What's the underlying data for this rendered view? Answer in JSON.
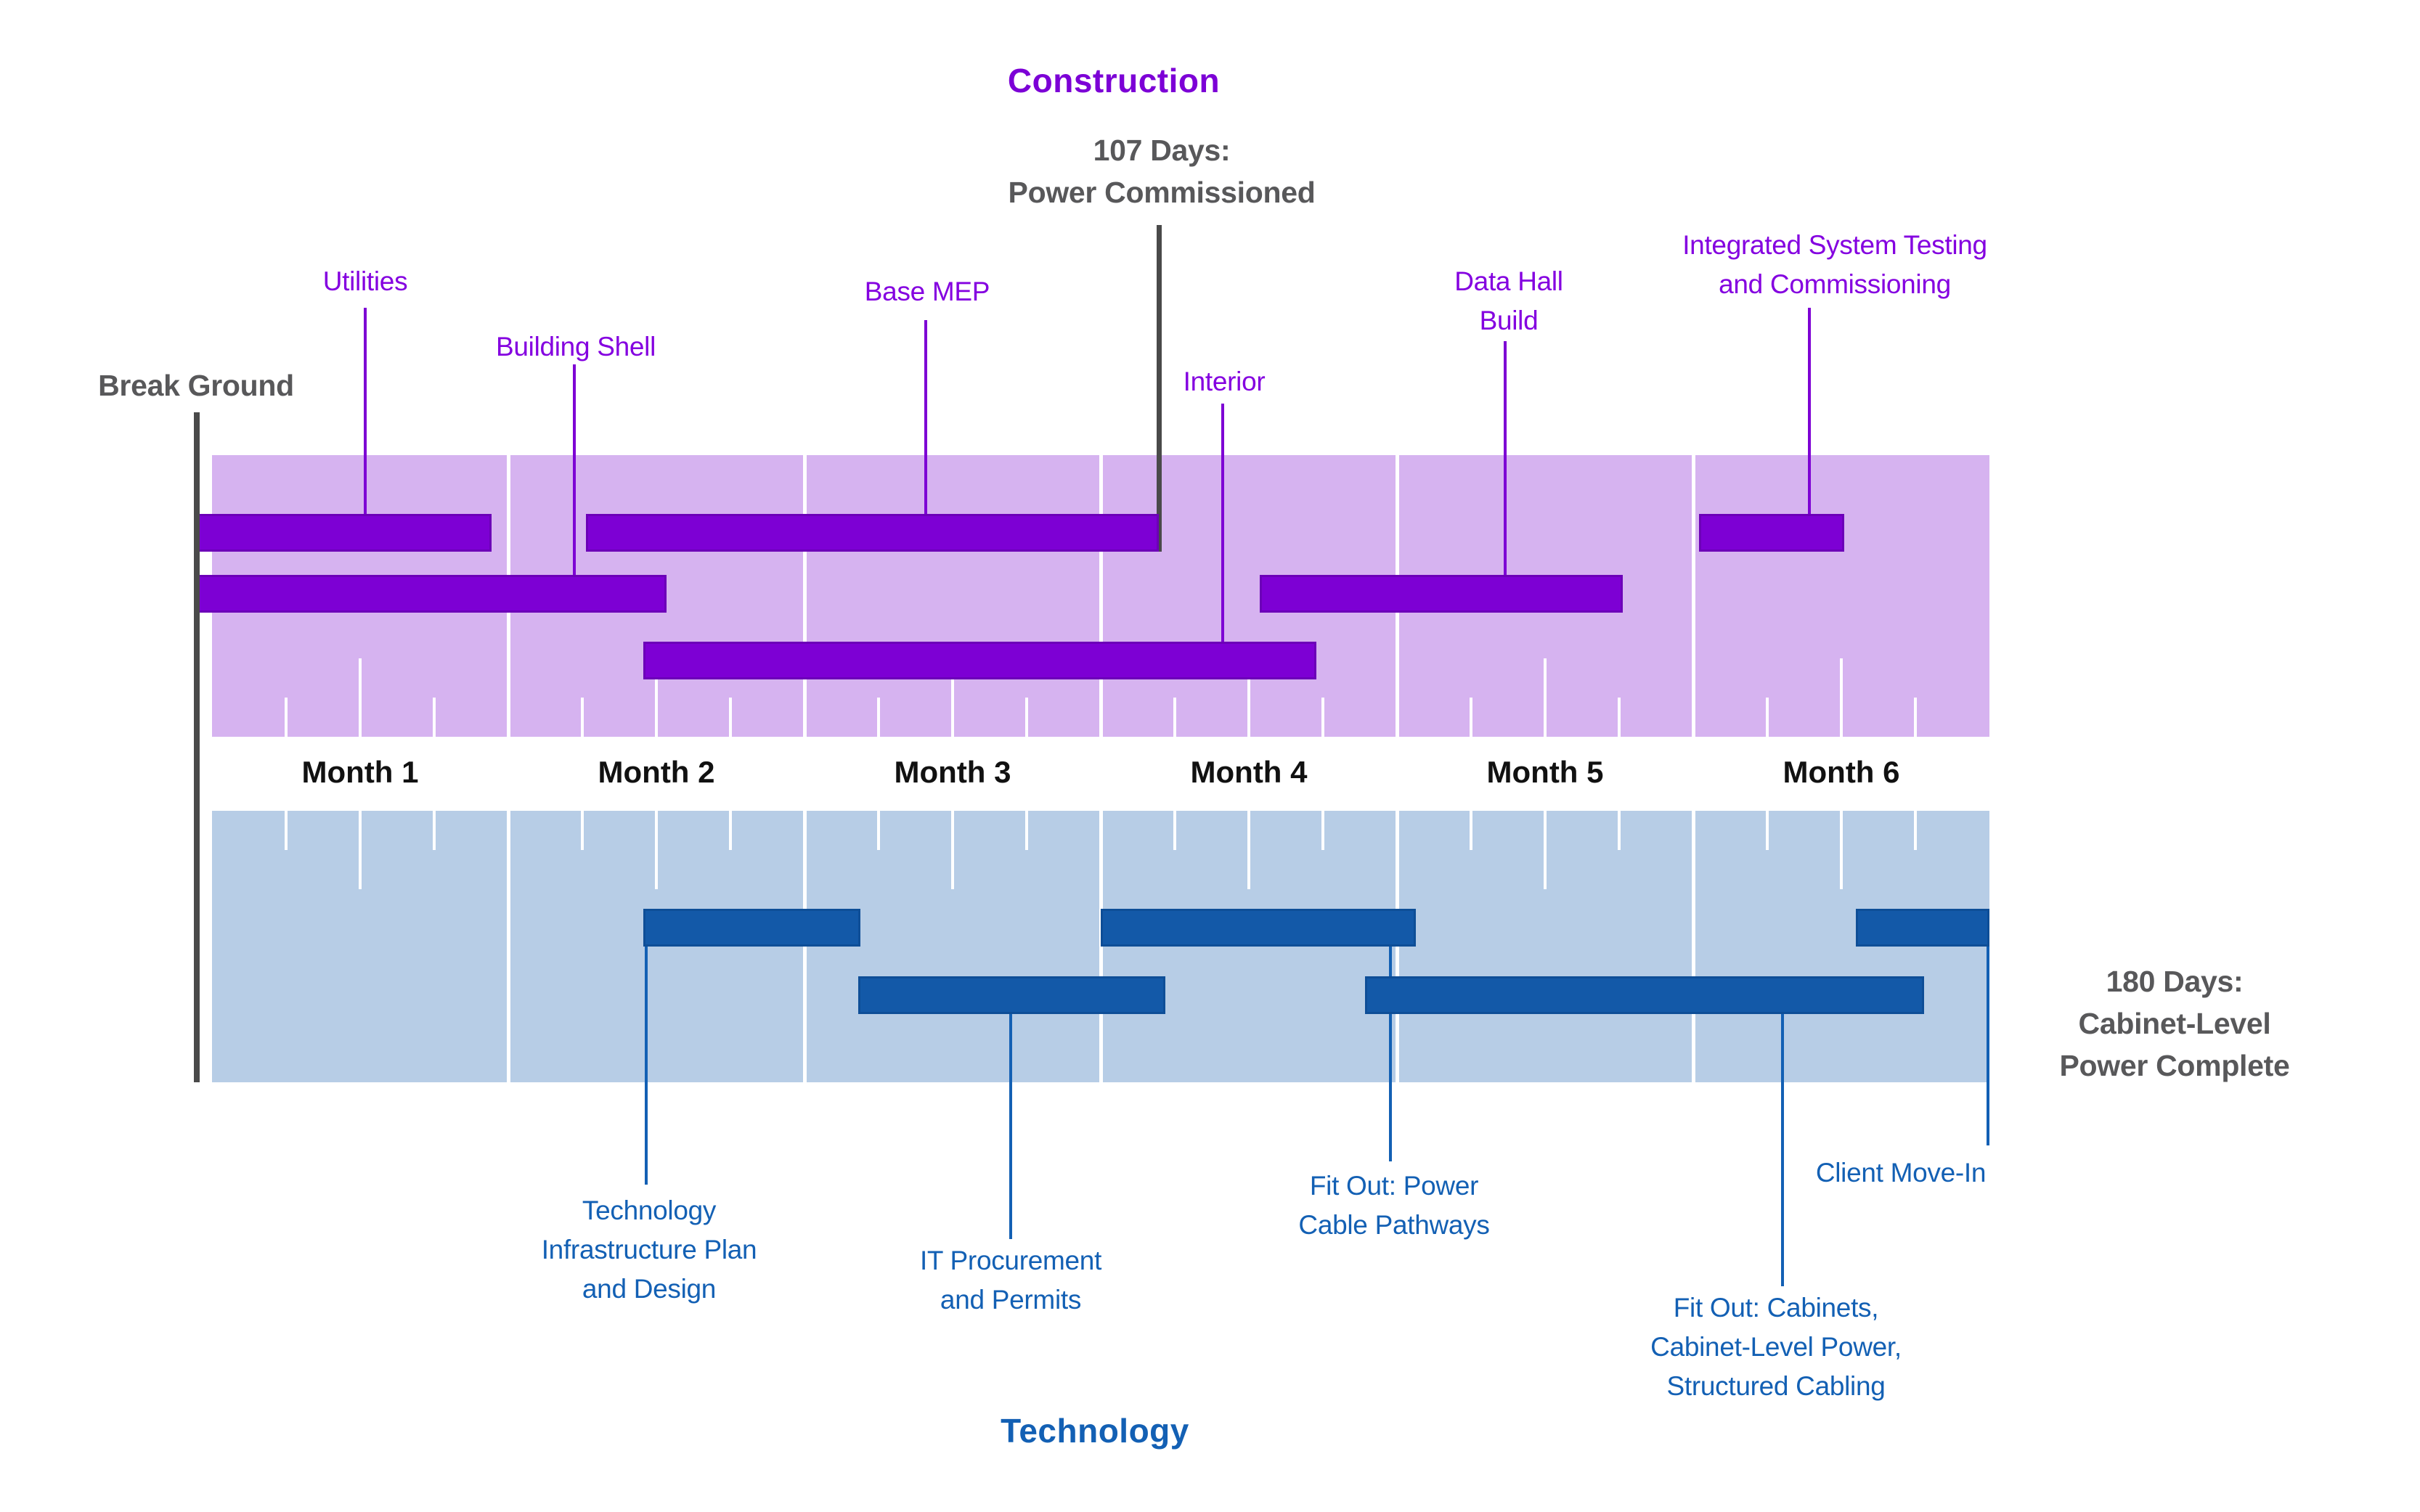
{
  "titles": {
    "construction": "Construction",
    "technology": "Technology"
  },
  "timeline": {
    "months": [
      "Month 1",
      "Month 2",
      "Month 3",
      "Month 4",
      "Month 5",
      "Month 6"
    ],
    "weeks_per_month": 4
  },
  "milestones": {
    "break_ground": {
      "label": "Break Ground",
      "day": 0
    },
    "power_commissioned": {
      "lines": [
        "107 Days:",
        "Power Commissioned"
      ],
      "day": 107
    },
    "cabinet_power_complete": {
      "lines": [
        "180 Days:",
        "Cabinet-Level",
        "Power Complete"
      ],
      "day": 180
    }
  },
  "colors": {
    "construction_band": "#d6b3f0",
    "construction_bar": "#7d00d4",
    "construction_text": "#8400e0",
    "technology_band": "#b7cde6",
    "technology_bar": "#1359a8",
    "technology_text": "#1360b4",
    "annotation_gray": "#58585a"
  },
  "construction": {
    "tasks": [
      {
        "id": "utilities",
        "lines": [
          "Utilities"
        ],
        "start_month": 0.0,
        "end_month": 0.95,
        "row": 0
      },
      {
        "id": "building-shell",
        "lines": [
          "Building Shell"
        ],
        "start_month": 0.0,
        "end_month": 1.53,
        "row": 1
      },
      {
        "id": "base-mep",
        "lines": [
          "Base MEP"
        ],
        "start_month": 1.26,
        "end_month": 3.2,
        "row": 0
      },
      {
        "id": "interior",
        "lines": [
          "Interior"
        ],
        "start_month": 1.46,
        "end_month": 3.73,
        "row": 2
      },
      {
        "id": "data-hall-build",
        "lines": [
          "Data Hall",
          "Build"
        ],
        "start_month": 3.54,
        "end_month": 4.76,
        "row": 1
      },
      {
        "id": "integrated-system-testing",
        "lines": [
          "Integrated System Testing",
          "and Commissioning"
        ],
        "start_month": 5.02,
        "end_month": 5.51,
        "row": 0
      }
    ]
  },
  "technology": {
    "tasks": [
      {
        "id": "tech-infrastructure-plan",
        "lines": [
          "Technology",
          "Infrastructure Plan",
          "and Design"
        ],
        "start_month": 1.46,
        "end_month": 2.19,
        "row": 0
      },
      {
        "id": "it-procurement",
        "lines": [
          "IT Procurement",
          "and Permits"
        ],
        "start_month": 2.18,
        "end_month": 3.22,
        "row": 1
      },
      {
        "id": "fitout-power",
        "lines": [
          "Fit Out: Power",
          "Cable Pathways"
        ],
        "start_month": 3.0,
        "end_month": 4.06,
        "row": 0
      },
      {
        "id": "fitout-cabinets",
        "lines": [
          "Fit Out: Cabinets,",
          "Cabinet-Level Power,",
          "Structured Cabling"
        ],
        "start_month": 3.89,
        "end_month": 5.78,
        "row": 1
      },
      {
        "id": "client-move-in",
        "lines": [
          "Client Move-In"
        ],
        "start_month": 5.55,
        "end_month": 6.0,
        "row": 0
      }
    ]
  },
  "chart_data": {
    "type": "gantt",
    "title": "Construction / Technology data-center build timeline",
    "x_unit": "months",
    "x_range": [
      0,
      6
    ],
    "lanes": [
      {
        "name": "Construction",
        "bars": [
          [
            "Utilities",
            0.0,
            0.95
          ],
          [
            "Building Shell",
            0.0,
            1.53
          ],
          [
            "Base MEP",
            1.26,
            3.2
          ],
          [
            "Interior",
            1.46,
            3.73
          ],
          [
            "Data Hall Build",
            3.54,
            4.76
          ],
          [
            "Integrated System Testing and Commissioning",
            5.02,
            5.51
          ]
        ]
      },
      {
        "name": "Technology",
        "bars": [
          [
            "Technology Infrastructure Plan and Design",
            1.46,
            2.19
          ],
          [
            "IT Procurement and Permits",
            2.18,
            3.22
          ],
          [
            "Fit Out: Power Cable Pathways",
            3.0,
            4.06
          ],
          [
            "Fit Out: Cabinets, Cabinet-Level Power, Structured Cabling",
            3.89,
            5.78
          ],
          [
            "Client Move-In",
            5.55,
            6.0
          ]
        ]
      }
    ],
    "milestones": [
      [
        "Break Ground",
        0
      ],
      [
        "107 Days: Power Commissioned",
        107
      ],
      [
        "180 Days: Cabinet-Level Power Complete",
        180
      ]
    ]
  }
}
